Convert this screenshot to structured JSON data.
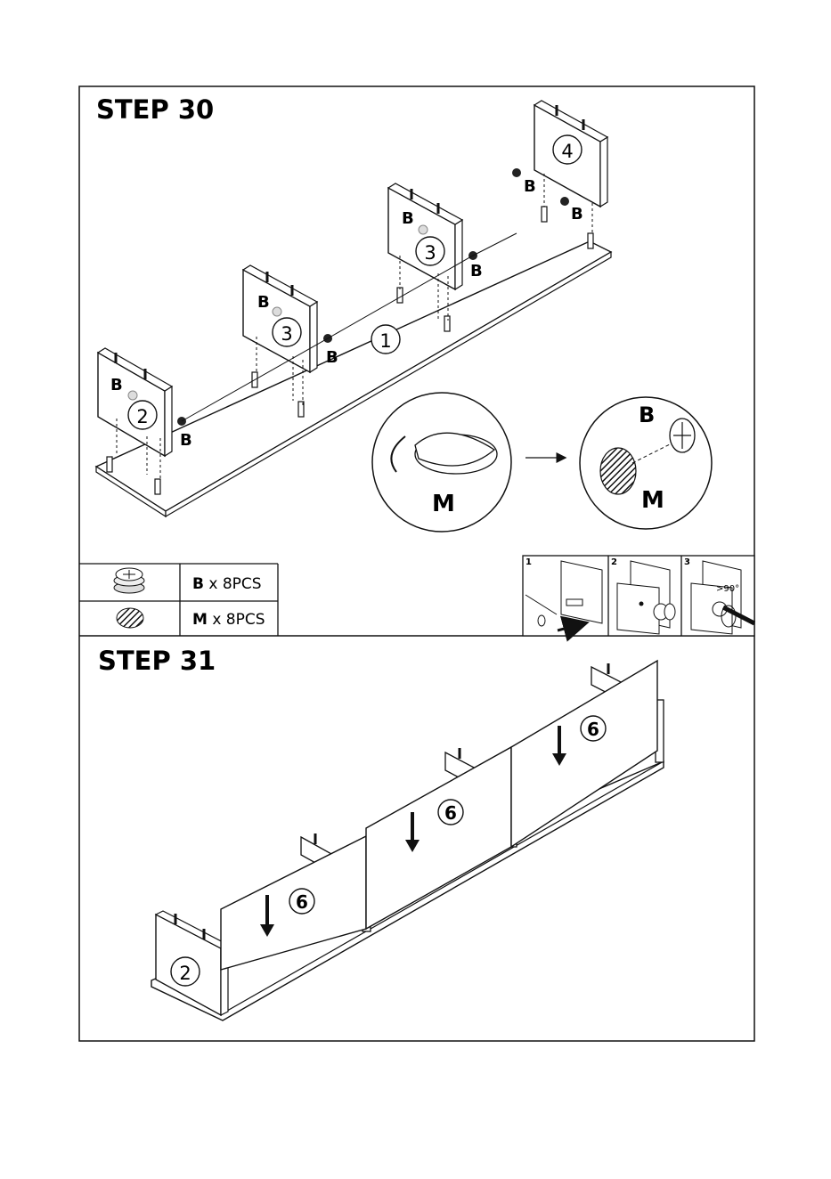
{
  "step30": {
    "title": "STEP 30",
    "part_numbers": {
      "base": "1",
      "left_end": "2",
      "divider_a": "3",
      "divider_b": "3",
      "right_end": "4"
    },
    "letter_b": "B",
    "letter_m": "M"
  },
  "hardware_legend": {
    "rows": [
      {
        "letter": "B",
        "qty": " x 8PCS",
        "icon": "cam-lock-icon"
      },
      {
        "letter": "M",
        "qty": " x 8PCS",
        "icon": "cap-sticker-icon"
      }
    ]
  },
  "cam_lock_steps": {
    "panels": [
      {
        "number": "1"
      },
      {
        "number": "2"
      },
      {
        "number": "3",
        "angle_label": ">90°"
      }
    ]
  },
  "step31": {
    "title": "STEP 31",
    "back_panel_number": "6",
    "side_number": "2"
  }
}
